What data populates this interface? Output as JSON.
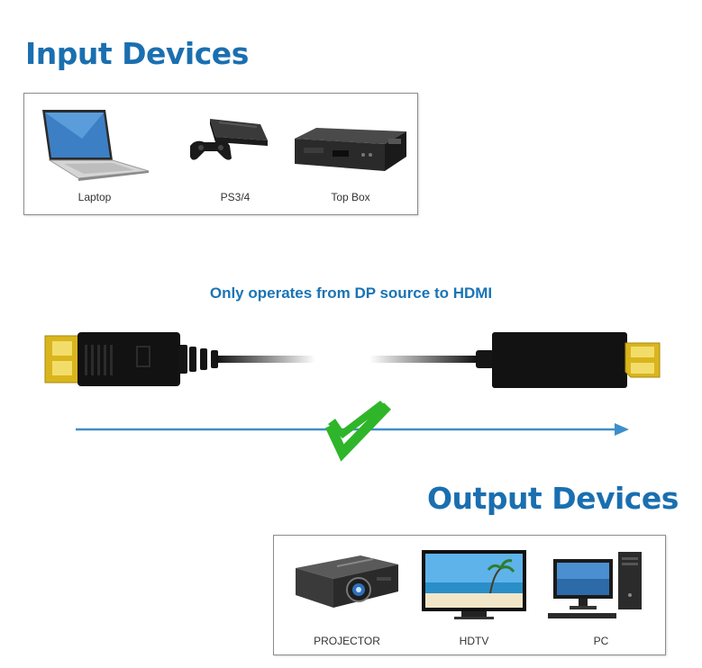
{
  "colors": {
    "heading": "#1a6fb0",
    "note": "#1a74b5",
    "arrow": "#3d8fcb",
    "check": "#2fb52a",
    "gold": "#d9b51d",
    "cable": "#111111"
  },
  "input_section": {
    "title": "Input Devices",
    "devices": [
      {
        "label": "Laptop",
        "icon": "laptop-icon"
      },
      {
        "label": "PS3/4",
        "icon": "game-console-icon"
      },
      {
        "label": "Top Box",
        "icon": "set-top-box-icon"
      }
    ]
  },
  "direction_note": "Only operates from DP source to HDMI",
  "output_section": {
    "title": "Output Devices",
    "devices": [
      {
        "label": "PROJECTOR",
        "icon": "projector-icon"
      },
      {
        "label": "HDTV",
        "icon": "tv-icon"
      },
      {
        "label": "PC",
        "icon": "desktop-pc-icon"
      }
    ]
  }
}
